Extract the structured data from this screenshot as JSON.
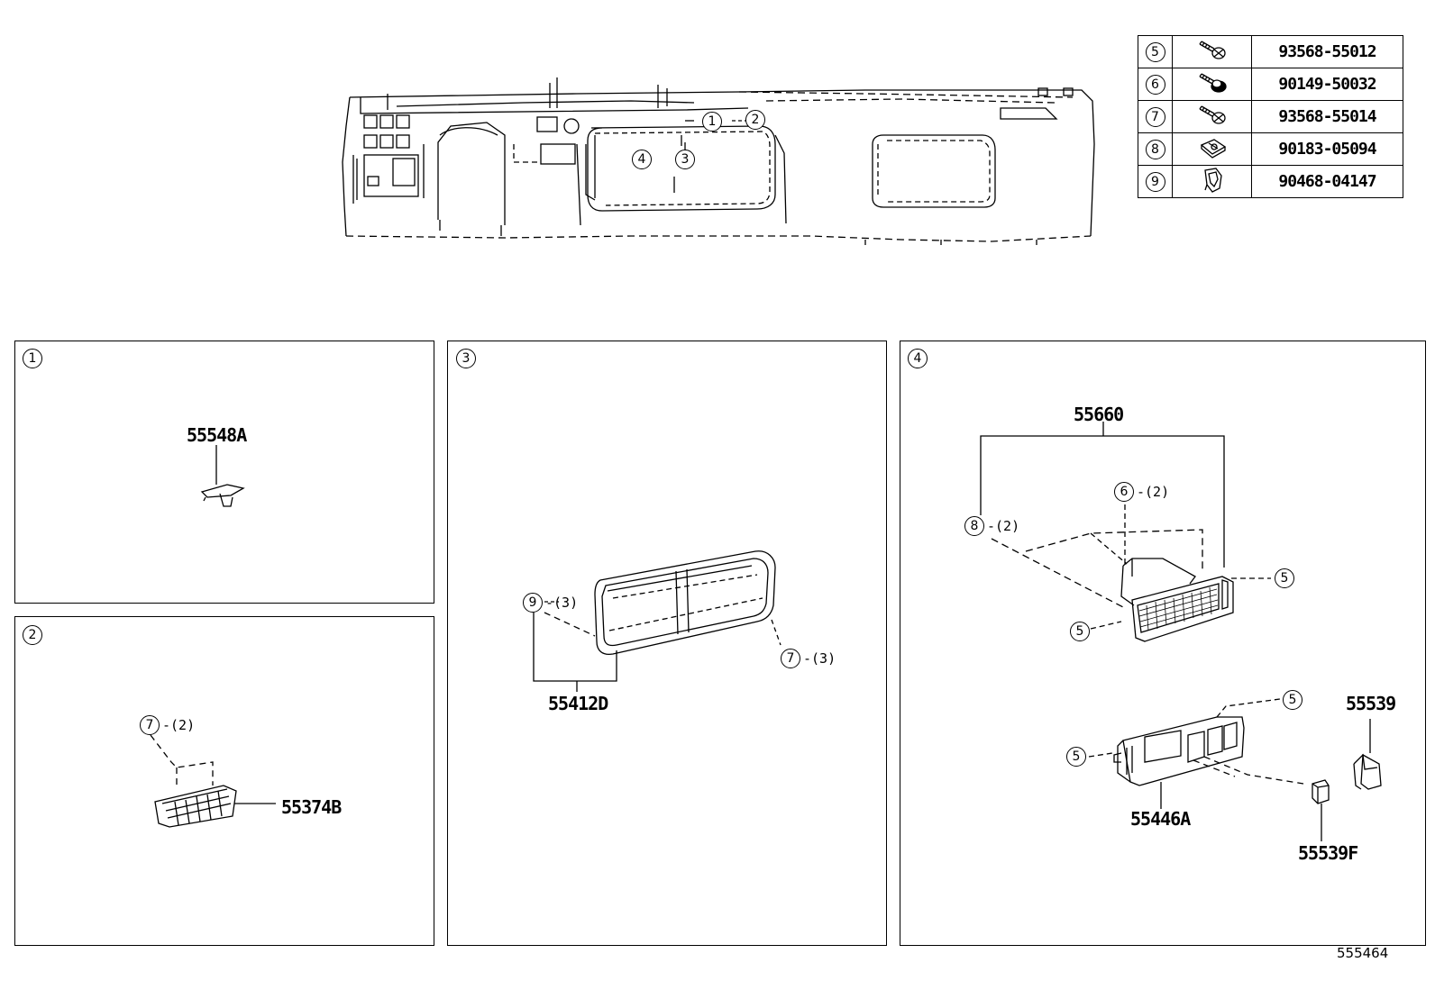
{
  "fastener_table": [
    {
      "ref": "5",
      "icon": "bolt-icon",
      "part": "93568-55012"
    },
    {
      "ref": "6",
      "icon": "bolt-icon",
      "part": "90149-50032"
    },
    {
      "ref": "7",
      "icon": "bolt-icon",
      "part": "93568-55014"
    },
    {
      "ref": "8",
      "icon": "clip-nut-icon",
      "part": "90183-05094"
    },
    {
      "ref": "9",
      "icon": "clip-icon",
      "part": "90468-04147"
    }
  ],
  "overview": {
    "callouts": [
      "1",
      "2",
      "3",
      "4"
    ]
  },
  "panels": [
    {
      "ref": "1",
      "parts": [
        "55548A"
      ]
    },
    {
      "ref": "2",
      "parts": [
        "55374B"
      ],
      "callouts": [
        {
          "ref": "7",
          "qty": "-(2)"
        }
      ]
    },
    {
      "ref": "3",
      "parts": [
        "55412D"
      ],
      "callouts": [
        {
          "ref": "9",
          "qty": "-(3)"
        },
        {
          "ref": "7",
          "qty": "-(3)"
        }
      ]
    },
    {
      "ref": "4",
      "parts": [
        "55660",
        "55446A",
        "55539",
        "55539F"
      ],
      "callouts": [
        {
          "ref": "6",
          "qty": "-(2)"
        },
        {
          "ref": "8",
          "qty": "-(2)"
        },
        {
          "ref": "5",
          "qty": ""
        },
        {
          "ref": "5",
          "qty": ""
        },
        {
          "ref": "5",
          "qty": ""
        },
        {
          "ref": "5",
          "qty": ""
        }
      ]
    }
  ],
  "diagram_id": "555464"
}
